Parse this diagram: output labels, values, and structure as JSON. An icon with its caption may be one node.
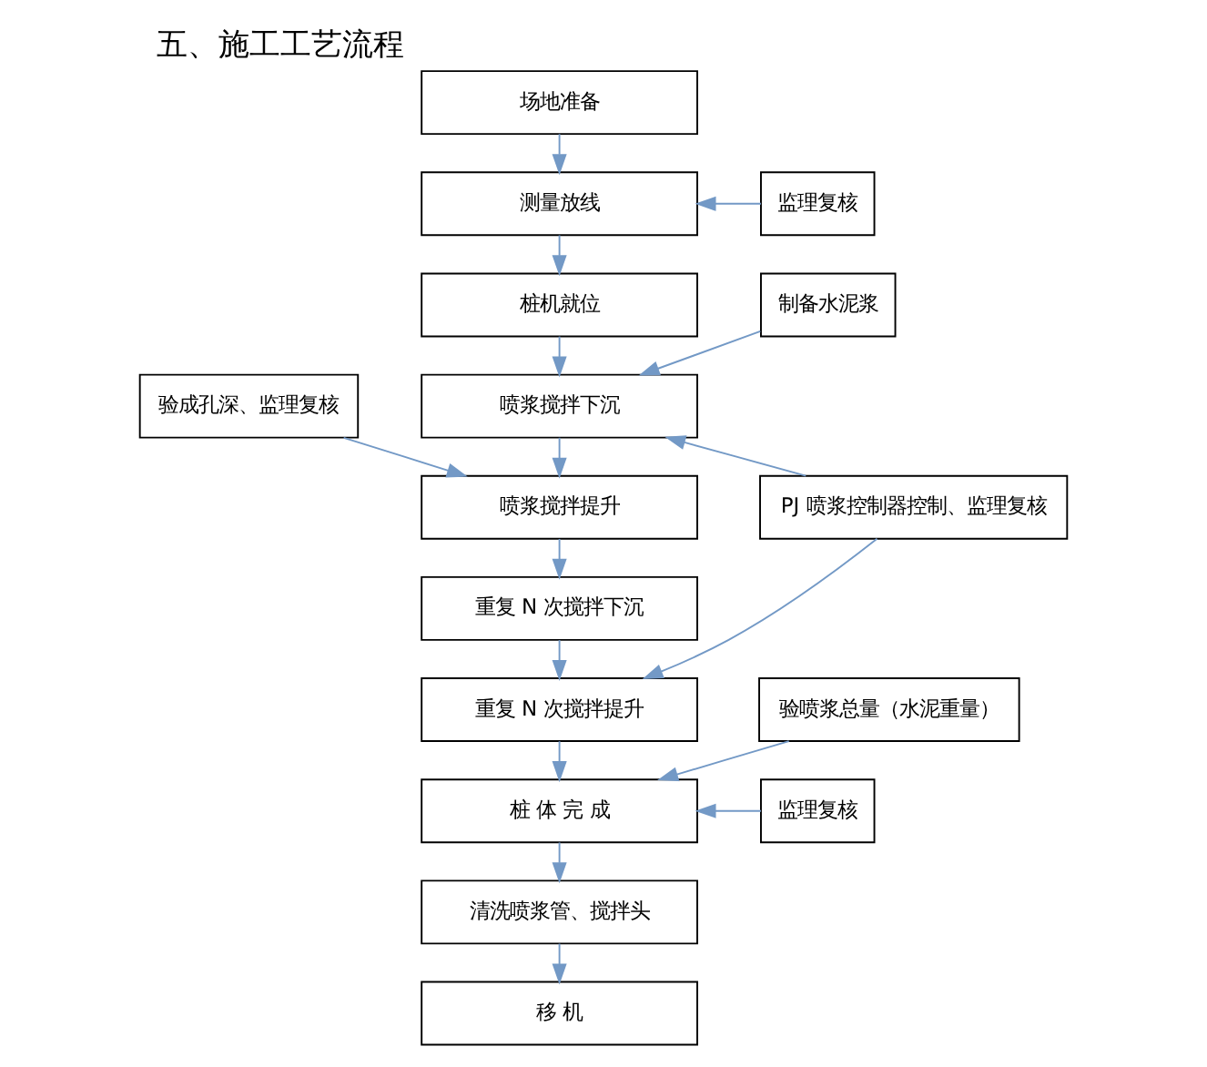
{
  "diagram": {
    "title": "五、施工工艺流程",
    "nodes": [
      {
        "text": [
          "场地准备"
        ]
      },
      {
        "text": [
          "测量放线"
        ]
      },
      {
        "text": [
          "监理复核"
        ]
      },
      {
        "text": [
          "制备水泥浆"
        ]
      },
      {
        "text": [
          "桩机就位"
        ]
      },
      {
        "text": [
          "喷浆搅拌下沉"
        ]
      },
      {
        "text": [
          "验成孔深、监理复核"
        ]
      },
      {
        "text": [
          "喷浆搅拌提升"
        ]
      },
      {
        "text": [
          "PJ 喷浆控制器控制、监理复核"
        ]
      },
      {
        "text": [
          "重复 N 次搅拌下沉"
        ]
      },
      {
        "text": [
          "重复 N 次搅拌提升"
        ]
      },
      {
        "text": [
          "验喷浆总量（水泥重量）"
        ]
      },
      {
        "text": [
          "监理复核"
        ]
      },
      {
        "text": [
          "桩 体 完 成"
        ]
      },
      {
        "text": [
          "清洗喷浆管、搅拌头"
        ]
      },
      {
        "text": [
          "移 机"
        ]
      }
    ],
    "edges": [
      {
        "from": 0,
        "to": 1,
        "arrow": "to"
      },
      {
        "from": 2,
        "to": 1,
        "arrow": "to"
      },
      {
        "from": 1,
        "to": 4,
        "arrow": "to"
      },
      {
        "from": 4,
        "to": 5,
        "arrow": "to"
      },
      {
        "from": 3,
        "to": 5,
        "arrow": "to"
      },
      {
        "from": 5,
        "to": 7,
        "arrow": "to"
      },
      {
        "from": 6,
        "to": 7,
        "arrow": "to"
      },
      {
        "from": 8,
        "to": 5,
        "arrow": "to"
      },
      {
        "from": 7,
        "to": 9,
        "arrow": "to"
      },
      {
        "from": 9,
        "to": 10,
        "arrow": "to"
      },
      {
        "from": 8,
        "to": 10,
        "arrow": "to"
      },
      {
        "from": 10,
        "to": 13,
        "arrow": "to"
      },
      {
        "from": 11,
        "to": 13,
        "arrow": "to"
      },
      {
        "from": 12,
        "to": 13,
        "arrow": "to"
      },
      {
        "from": 13,
        "to": 14,
        "arrow": "to"
      },
      {
        "from": 14,
        "to": 15,
        "arrow": "to"
      }
    ]
  }
}
